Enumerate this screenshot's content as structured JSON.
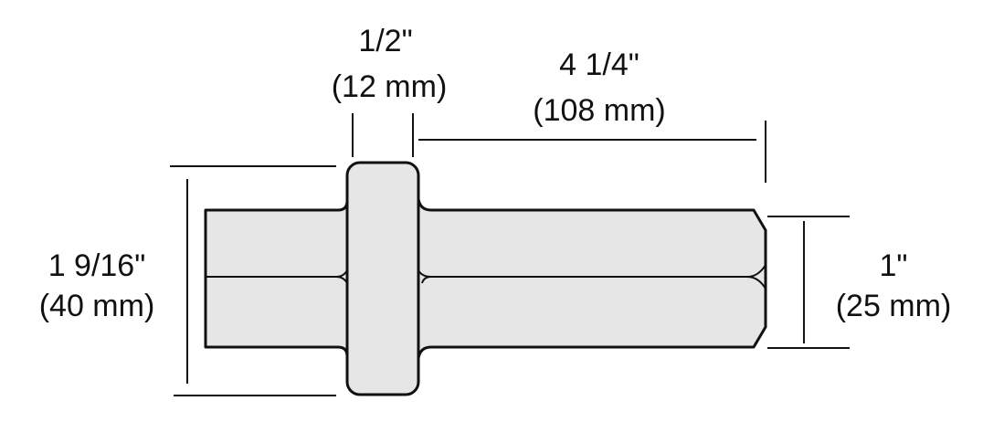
{
  "dimensions": {
    "collar_width": {
      "imperial": "1/2\"",
      "metric": "(12 mm)"
    },
    "shank_length": {
      "imperial": "4 1/4\"",
      "metric": "(108 mm)"
    },
    "collar_diameter": {
      "imperial": "1 9/16\"",
      "metric": "(40 mm)"
    },
    "shank_diameter": {
      "imperial": "1\"",
      "metric": "(25 mm)"
    }
  },
  "colors": {
    "fill": "#e6e6e6",
    "line": "#111111"
  }
}
